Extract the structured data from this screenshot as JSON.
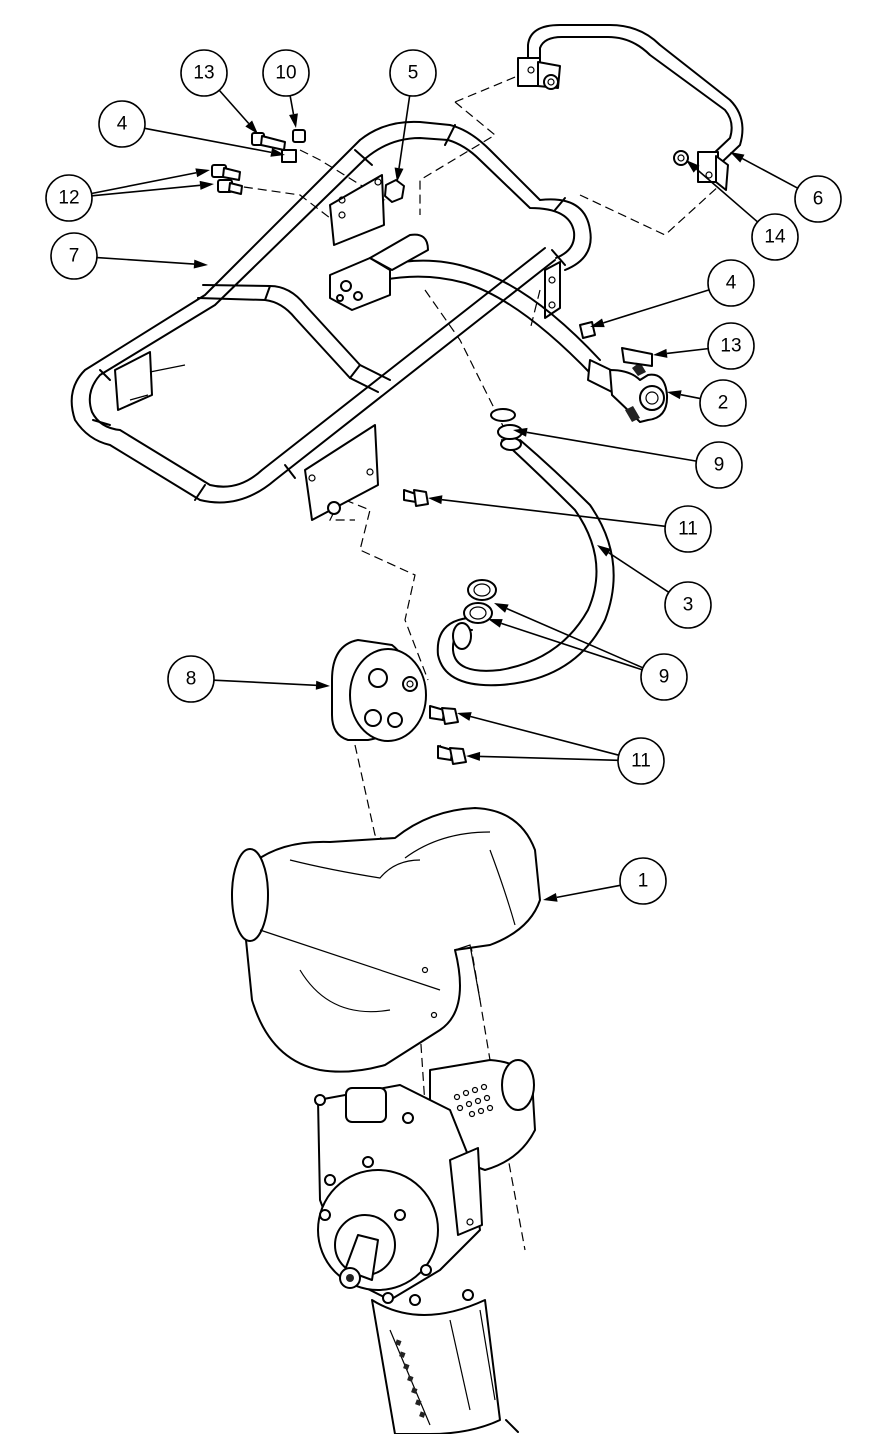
{
  "callouts": [
    "13",
    "10",
    "5",
    "4",
    "12",
    "7",
    "6",
    "14",
    "4",
    "13",
    "2",
    "9",
    "11",
    "3",
    "9",
    "8",
    "11",
    "1"
  ]
}
